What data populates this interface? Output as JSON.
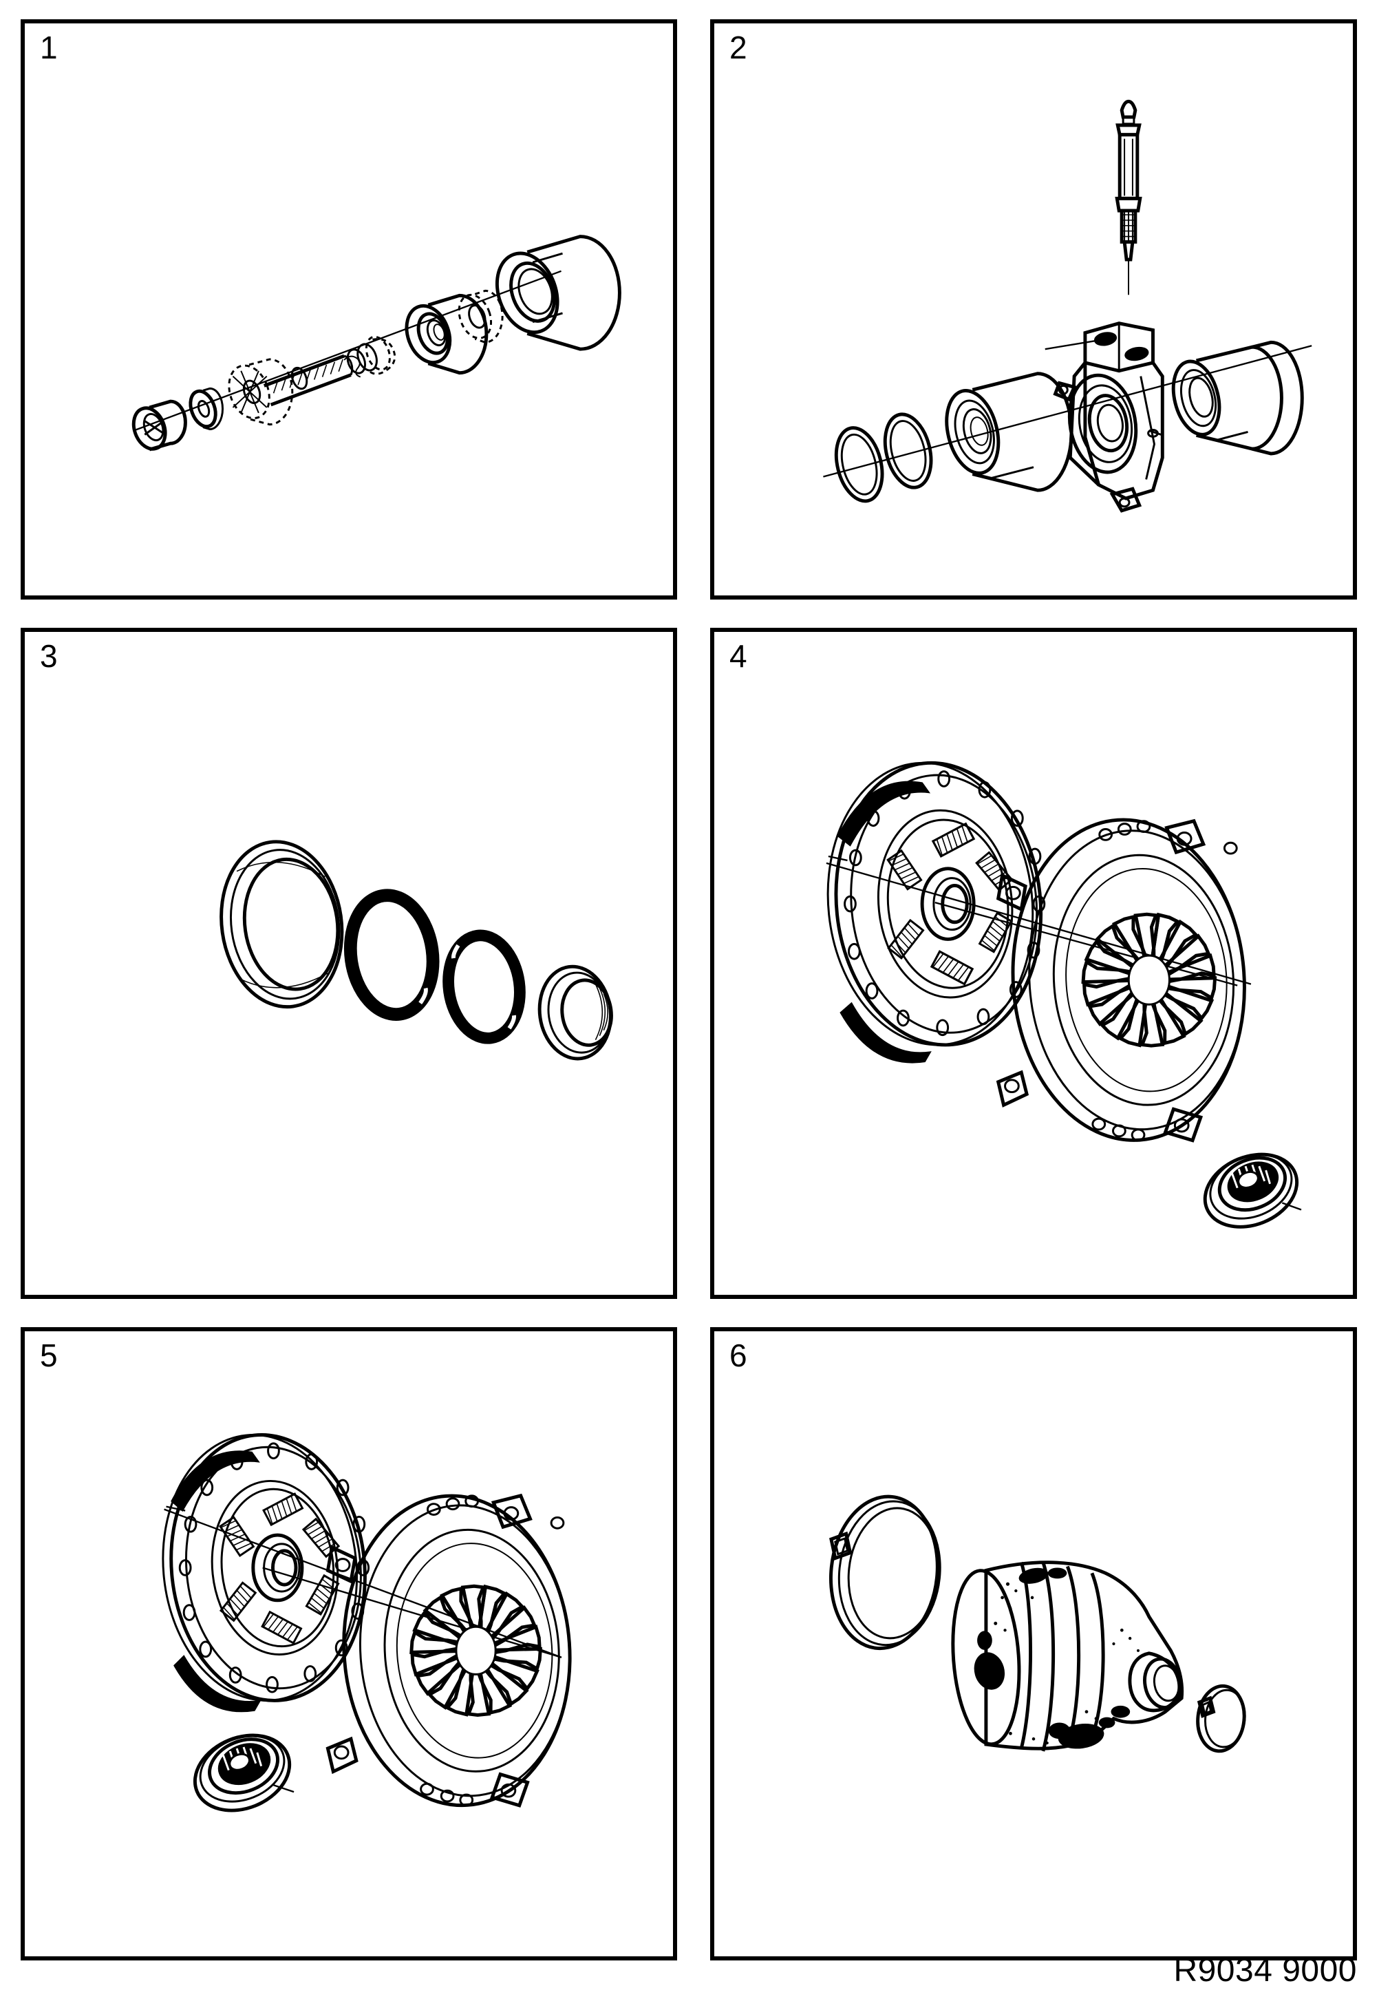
{
  "sheet": {
    "reference_code": "R9034 9000",
    "background_color": "#ffffff",
    "line_color": "#000000",
    "columns": 2,
    "rows": 3
  },
  "panels": [
    {
      "number": "1",
      "name": "input-shaft-bearing-assembly",
      "description": "Exploded diagonal assembly of shaft with bushings, washers, needle bearing, spacer rings and outer bearing race",
      "component_count": 8,
      "axis": "diagonal lower-left to upper-right"
    },
    {
      "number": "2",
      "name": "clutch-slave-cylinder-assembly",
      "description": "Slave cylinder body with bleed nipple above, two O-rings, seal, piston and end cap arranged on a diagonal axis",
      "component_count": 6,
      "axis": "diagonal lower-left to upper-right"
    },
    {
      "number": "3",
      "name": "seal-and-o-ring-set",
      "description": "Four sealing rings of decreasing diameter: large oil seal, two O-rings, small shaft seal",
      "component_count": 4,
      "axis": "diagonal descending left to right"
    },
    {
      "number": "4",
      "name": "clutch-kit-with-release-bearing-right",
      "description": "Clutch friction disc with six torsion damper springs, pressure plate with diaphragm spring, and release bearing at lower right",
      "component_count": 3,
      "axis": "horizontal centre line through disc and cover"
    },
    {
      "number": "5",
      "name": "clutch-kit-with-release-bearing-left",
      "description": "Clutch friction disc with six torsion damper springs, pressure plate with diaphragm spring, and release bearing at lower left",
      "component_count": 3,
      "axis": "horizontal centre line through disc and cover"
    },
    {
      "number": "6",
      "name": "cv-joint-boot-kit",
      "description": "Constant velocity joint rubber boot with large retaining clamp at left and small retaining clamp at right",
      "component_count": 3,
      "axis": "diagonal"
    }
  ]
}
